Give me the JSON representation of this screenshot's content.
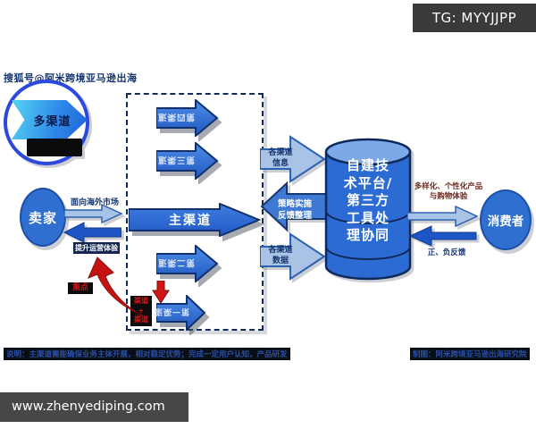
{
  "badges": {
    "tg": "TG: MYYJJPP",
    "site": "www.zhenyediping.com"
  },
  "watermarks": {
    "sohu": "搜狐号@阿米跨境亚马逊出海",
    "credit": "制图：阿米跨境亚马逊出海研究院"
  },
  "multi_channel": {
    "label": "多渠道"
  },
  "seller": {
    "label": "卖家"
  },
  "seller_flows": {
    "outbound": "面向海外市场",
    "inbound": "提升运营体验"
  },
  "main_channel": {
    "label": "主渠道"
  },
  "sub_channels": [
    {
      "label": "第四渠道"
    },
    {
      "label": "第三渠道"
    },
    {
      "label": "第二渠道"
    },
    {
      "label": "第一渠道"
    }
  ],
  "red_annotations": {
    "focus": "重点",
    "swap_top": "渠道",
    "swap_plus": "+",
    "swap_bottom": "渠道"
  },
  "connectors": {
    "info_line1": "各渠道",
    "info_line2": "信息",
    "strategy_line1": "策略实施",
    "strategy_line2": "反馈整理",
    "data_line1": "各渠道",
    "data_line2": "数据"
  },
  "platform": {
    "line1": "自建技",
    "line2": "术平台/",
    "line3": "第三方",
    "line4": "工具处",
    "line5": "理协同"
  },
  "consumer": {
    "label": "消费者"
  },
  "consumer_flows": {
    "outbound_line1": "多样化、个性化产品",
    "outbound_line2": "与购物体验",
    "inbound": "正、负反馈"
  },
  "footnote": "说明：主渠道需能确保业务主体开展，相对稳定优势；完成一定用户认知，产品研发",
  "colors": {
    "primary_blue": "#2b6bd3",
    "light_blue": "#a9c3e6",
    "dark_navy": "#15357a",
    "red": "#c51212"
  }
}
